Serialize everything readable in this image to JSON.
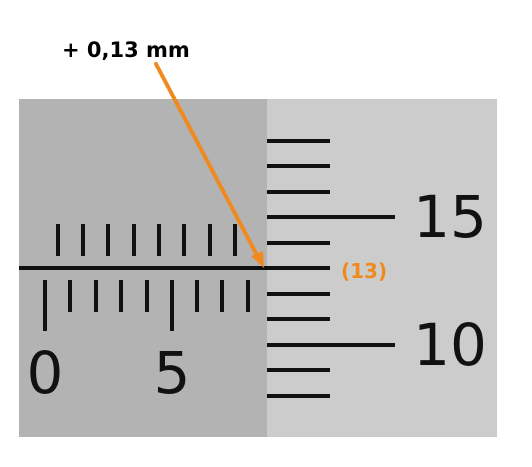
{
  "annotation": {
    "measurement_label": "+ 0,13 mm",
    "thimble_reading_label": "(13)",
    "accent_color": "#f08a1e"
  },
  "sleeve_scale": {
    "labels": [
      "0",
      "5"
    ],
    "background_color": "#b3b3b3",
    "mark_color": "#111111"
  },
  "thimble_scale": {
    "labels": [
      "15",
      "10"
    ],
    "background_color": "#cccccc",
    "mark_color": "#111111"
  }
}
